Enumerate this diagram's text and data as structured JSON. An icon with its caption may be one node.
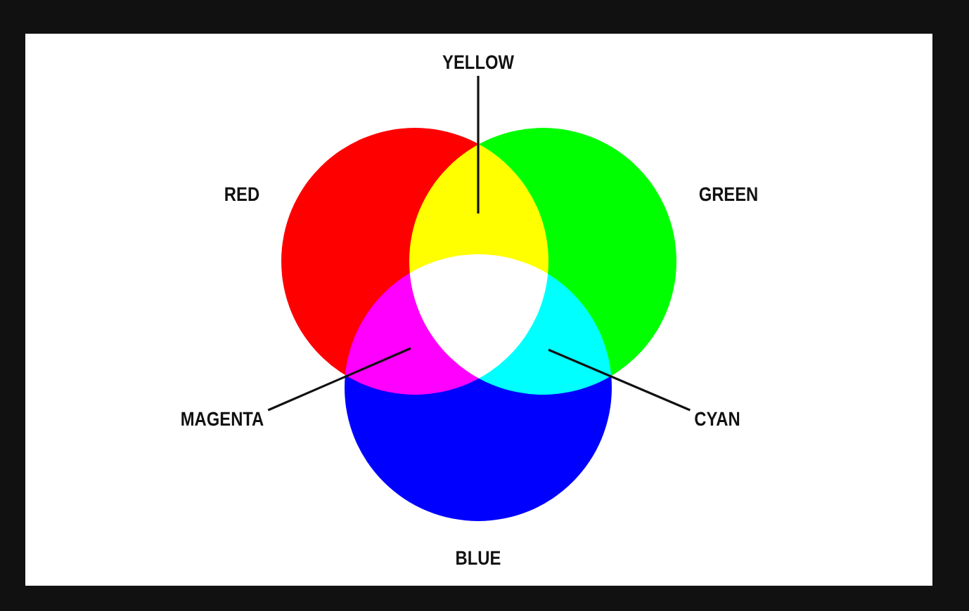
{
  "diagram": {
    "nodes": [
      {
        "text": [
          "YELLOW"
        ]
      },
      {
        "text": [],
        "shape": "circle",
        "beside": [
          "RED"
        ]
      },
      {
        "text": [],
        "shape": "circle",
        "beside": [
          "GREEN"
        ]
      },
      {
        "text": [
          "MAGENTA"
        ]
      },
      {
        "text": [
          "CYAN"
        ]
      },
      {
        "text": [],
        "shape": "circle",
        "beside": [
          "BLUE"
        ]
      }
    ],
    "edges": [
      {
        "from": 0,
        "to": 1,
        "arrow": "none"
      },
      {
        "from": 3,
        "to": 1,
        "arrow": "none"
      },
      {
        "from": 4,
        "to": 2,
        "arrow": "none"
      }
    ]
  }
}
